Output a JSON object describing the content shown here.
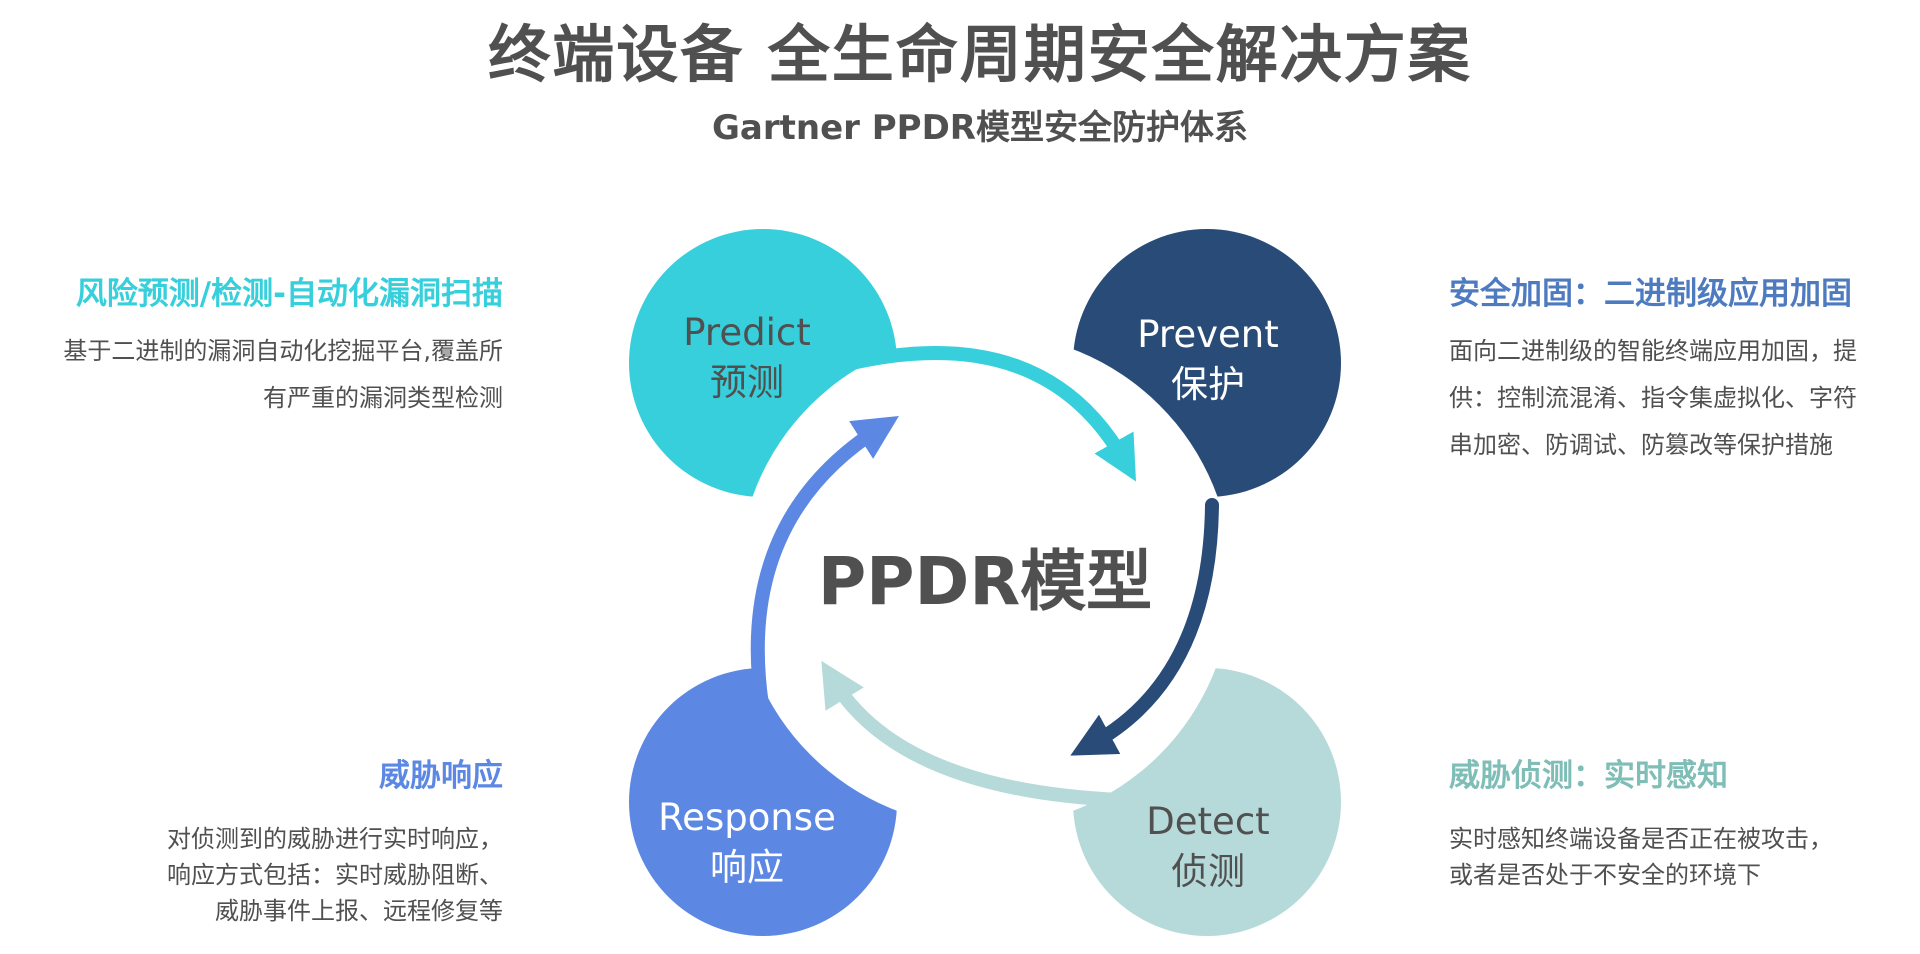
{
  "title": "终端设备 全生命周期安全解决方案",
  "subtitle": "Gartner PPDR模型安全防护体系",
  "center_label": "PPDR模型",
  "colors": {
    "predict": "#36CFDB",
    "prevent": "#284B78",
    "detect": "#B6D9D9",
    "response": "#5C88E4",
    "text": "#505050"
  },
  "stages": {
    "predict": {
      "en": "Predict",
      "zh": "预测"
    },
    "prevent": {
      "en": "Prevent",
      "zh": "保护"
    },
    "detect": {
      "en": "Detect",
      "zh": "侦测"
    },
    "response": {
      "en": "Response",
      "zh": "响应"
    }
  },
  "panels": {
    "predict": {
      "heading": "风险预测/检测-自动化漏洞扫描",
      "lines": [
        "基于二进制的漏洞自动化挖掘平台,覆盖所",
        "有严重的漏洞类型检测"
      ]
    },
    "prevent": {
      "heading": "安全加固：二进制级应用加固",
      "lines": [
        "面向二进制级的智能终端应用加固，提",
        "供：控制流混淆、指令集虚拟化、字符",
        "串加密、防调试、防篡改等保护措施"
      ]
    },
    "response": {
      "heading": "威胁响应",
      "lines": [
        "对侦测到的威胁进行实时响应，",
        "响应方式包括：实时威胁阻断、",
        "威胁事件上报、远程修复等"
      ]
    },
    "detect": {
      "heading": "威胁侦测：实时感知",
      "lines": [
        "实时感知终端设备是否正在被攻击，",
        "或者是否处于不安全的环境下"
      ]
    }
  }
}
